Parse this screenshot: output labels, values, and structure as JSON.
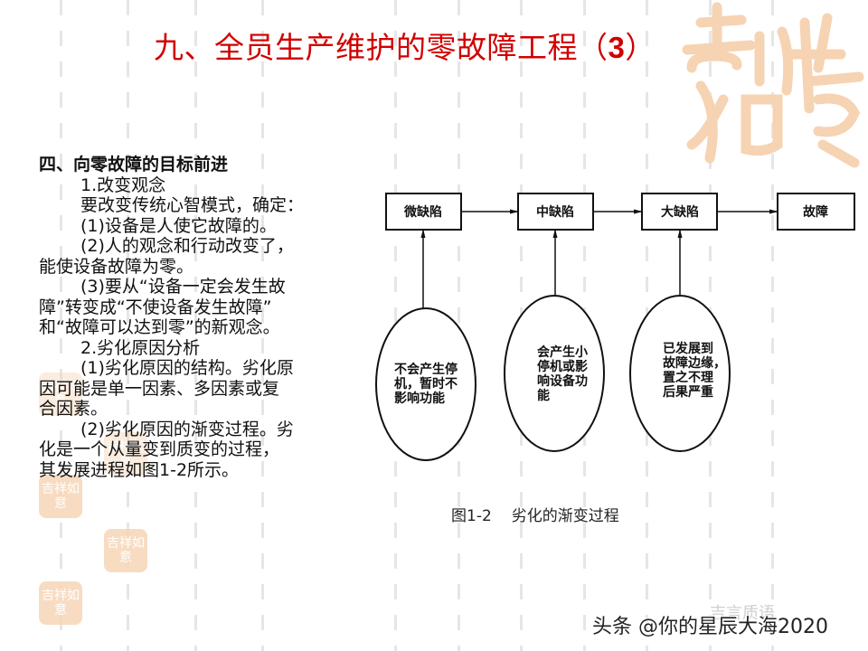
{
  "slide": {
    "title": "九、全员生产维护的零故障工程（",
    "title_num": "3",
    "title_close": "）",
    "title_color": "#d10000"
  },
  "body": {
    "heading": "四、向零故障的目标前进",
    "lines": [
      "1.改变观念",
      "要改变传统心智模式，确定：",
      "(1)设备是人使它故障的。",
      "(2)人的观念和行动改变了，",
      "能使设备故障为零。",
      "(3)要从“设备一定会发生故",
      "障”转变成“不使设备发生故障”",
      "和“故障可以达到零”的新观念。",
      "2.劣化原因分析",
      "(1)劣化原因的结构。劣化原",
      "因可能是单一因素、多因素或复",
      "合因素。",
      "(2)劣化原因的渐变过程。劣",
      "化是一个从量变到质变的过程，",
      "其发展进程如图1-2所示。"
    ]
  },
  "diagram": {
    "boxes": [
      "微缺陷",
      "中缺陷",
      "大缺陷",
      "故障"
    ],
    "ellipses": [
      [
        "不会产生停",
        "机，暂时不",
        "影响功能"
      ],
      [
        "会产生小",
        "停机或影",
        "响设备功",
        "能"
      ],
      [
        "已发展到",
        "故障边缘，",
        "置之不理",
        "后果严重"
      ]
    ],
    "caption_fig": "图1-2",
    "caption_text": "劣化的渐变过程"
  },
  "watermark": {
    "seal_text": "吉祥如意",
    "seal_color": "#f6d6b8",
    "footer": "头条 @你的星辰大海2020",
    "footer_faint": "吉言质语"
  }
}
